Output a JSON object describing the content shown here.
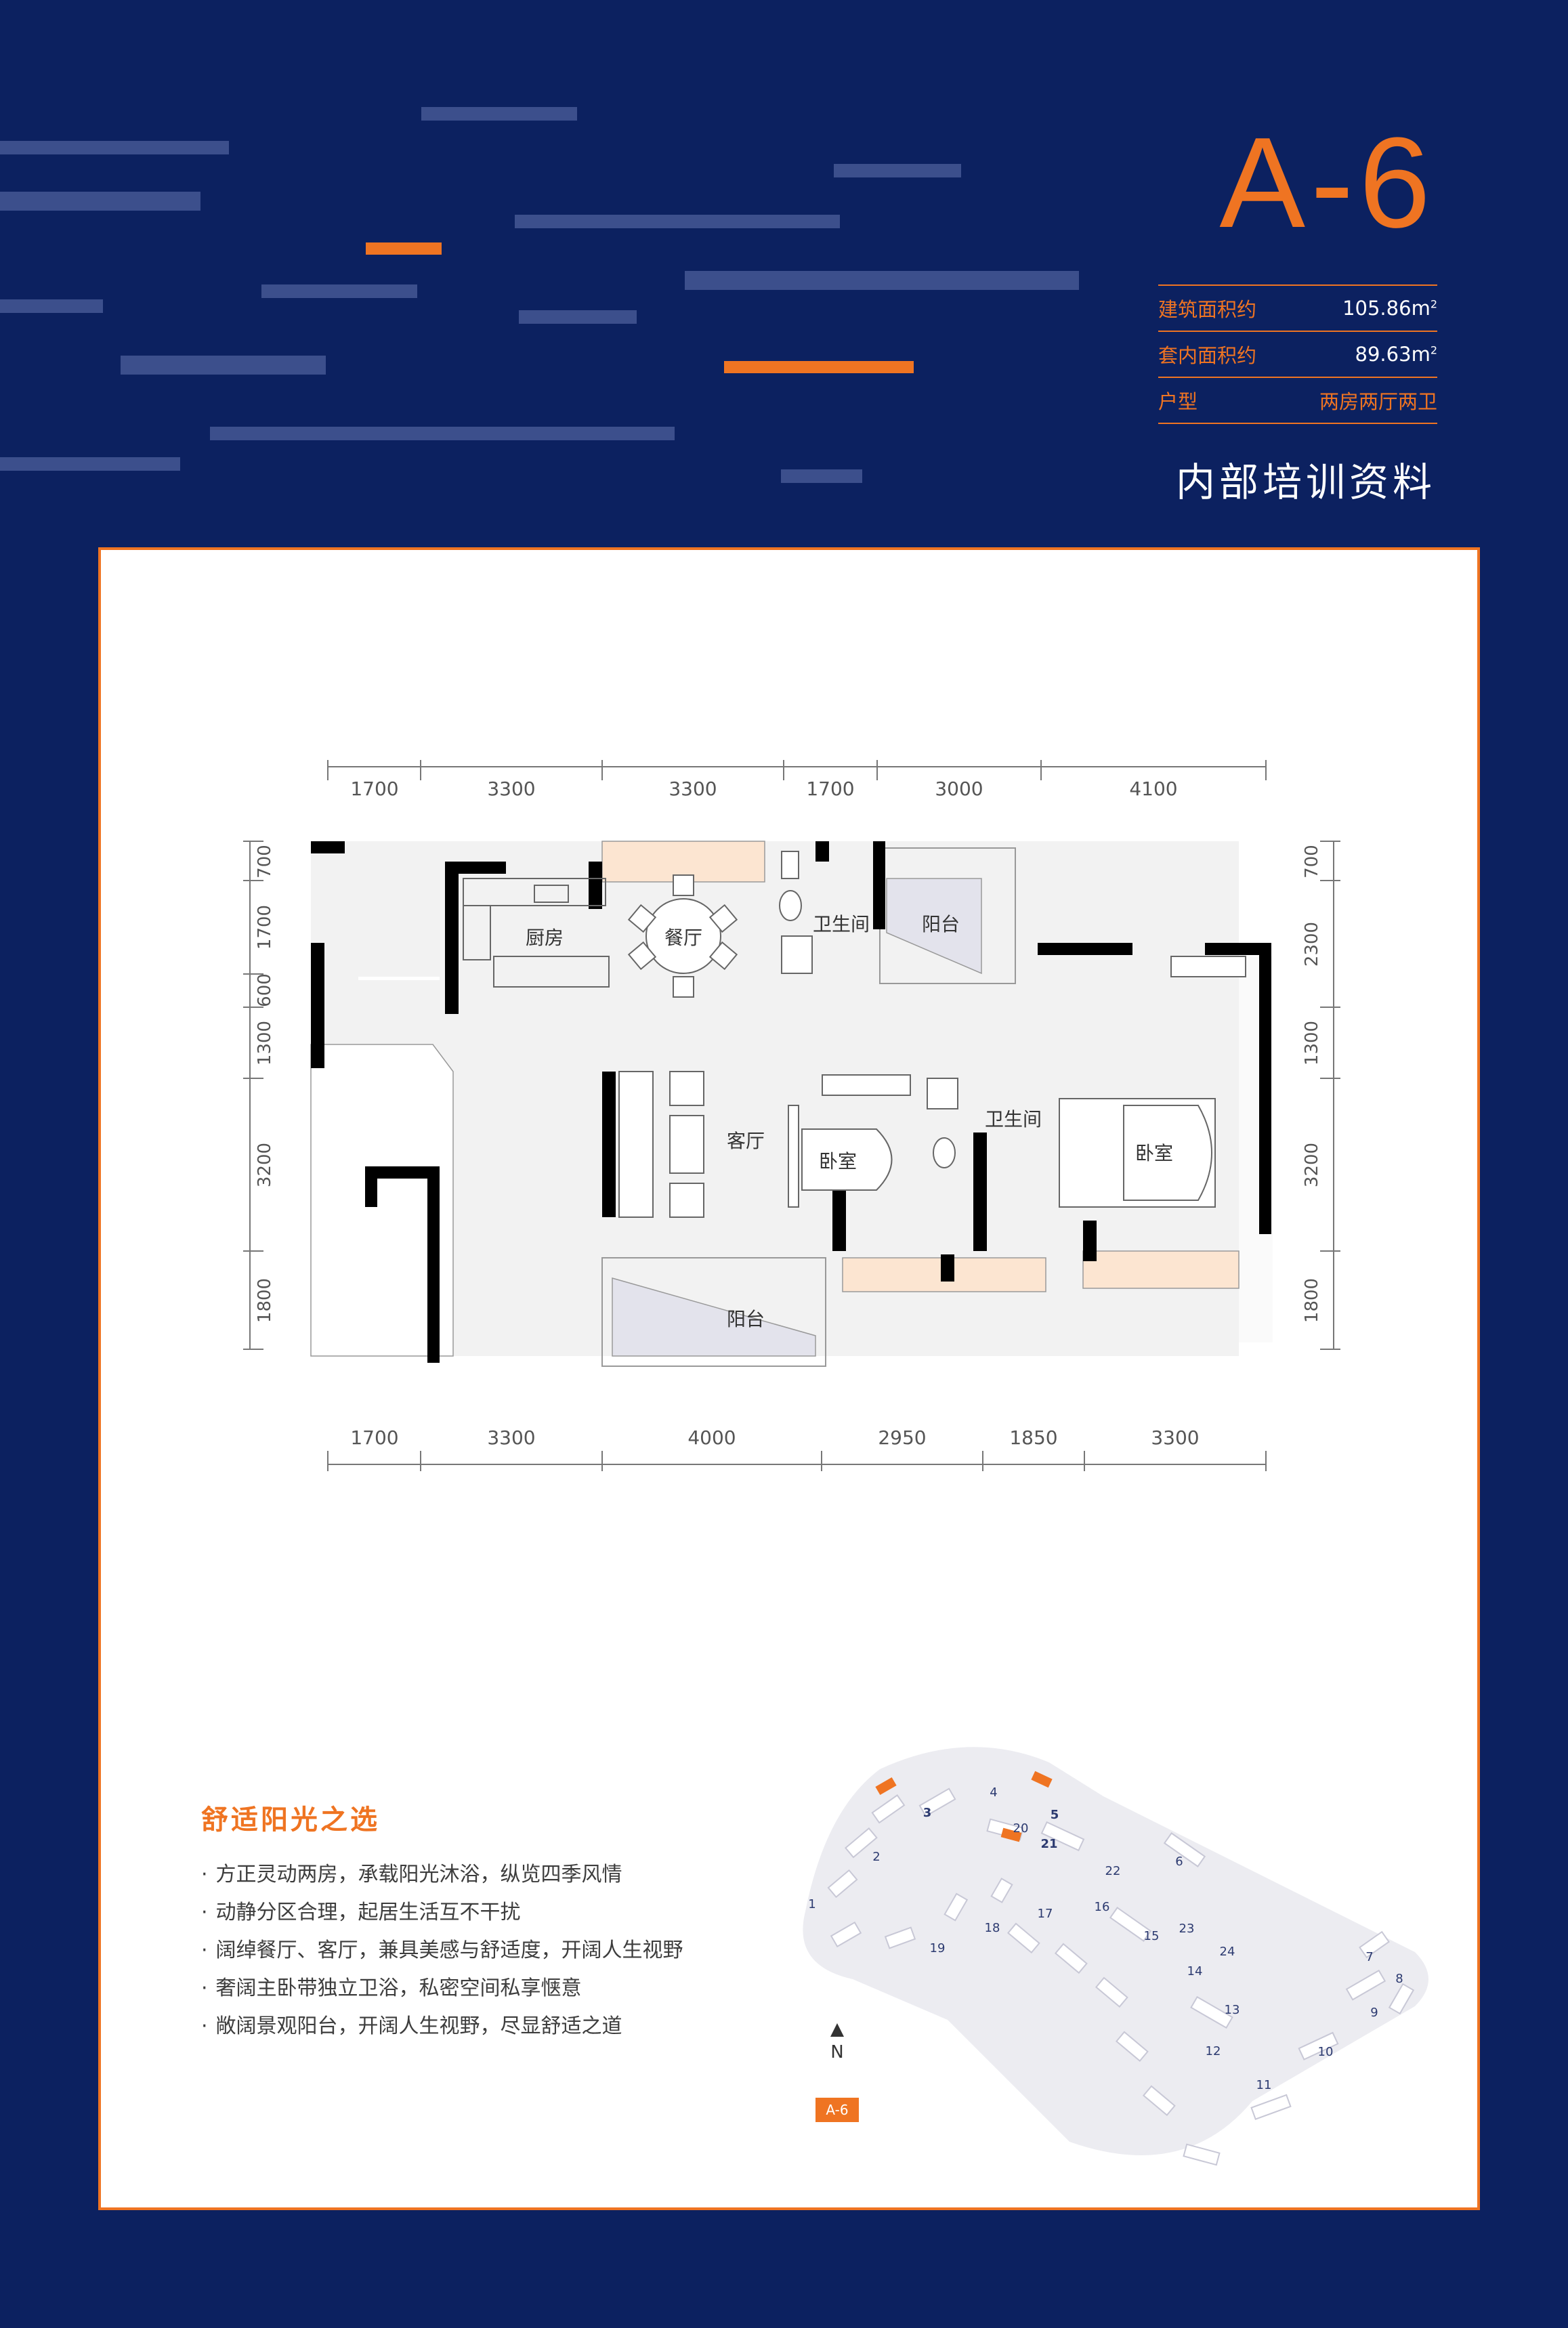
{
  "header": {
    "unit_code": "A-6",
    "specs": [
      {
        "label": "建筑面积约",
        "value": "105.86",
        "unit": "m",
        "sup": "2"
      },
      {
        "label": "套内面积约",
        "value": "89.63",
        "unit": "m",
        "sup": "2"
      },
      {
        "label": "户型",
        "value": "两房两厅两卫"
      }
    ],
    "note": "内部培训资料"
  },
  "colors": {
    "navy": "#0c2160",
    "orange": "#ef7422",
    "stripe": "#3c4f8c"
  },
  "floor_plan": {
    "top_dims": [
      "1700",
      "3300",
      "3300",
      "1700",
      "3000",
      "4100"
    ],
    "bottom_dims": [
      "1700",
      "3300",
      "4000",
      "2950",
      "1850",
      "3300"
    ],
    "left_dims": [
      "700",
      "1700",
      "600",
      "1300",
      "3200",
      "1800"
    ],
    "right_dims": [
      "700",
      "2300",
      "1300",
      "3200",
      "1800"
    ],
    "rooms": {
      "kitchen": "厨房",
      "dining": "餐厅",
      "bath1": "卫生间",
      "balcony1": "阳台",
      "living": "客厅",
      "bedroom1": "卧室",
      "bath2": "卫生间",
      "bedroom2": "卧室",
      "balcony2": "阳台"
    }
  },
  "features": {
    "title": "舒适阳光之选",
    "items": [
      "方正灵动两房，承载阳光沐浴，纵览四季风情",
      "动静分区合理，起居生活互不干扰",
      "阔绰餐厅、客厅，兼具美感与舒适度，开阔人生视野",
      "奢阔主卧带独立卫浴，私密空间私享惬意",
      "敞阔景观阳台，开阔人生视野，尽显舒适之道"
    ]
  },
  "site_map": {
    "north": "N",
    "unit_tag": "A-6",
    "buildings": [
      {
        "num": "1"
      },
      {
        "num": "2"
      },
      {
        "num": "3",
        "bold": true
      },
      {
        "num": "4"
      },
      {
        "num": "5",
        "bold": true
      },
      {
        "num": "6"
      },
      {
        "num": "7"
      },
      {
        "num": "8"
      },
      {
        "num": "9"
      },
      {
        "num": "10"
      },
      {
        "num": "11"
      },
      {
        "num": "12"
      },
      {
        "num": "13"
      },
      {
        "num": "14"
      },
      {
        "num": "15"
      },
      {
        "num": "16"
      },
      {
        "num": "17"
      },
      {
        "num": "18"
      },
      {
        "num": "19"
      },
      {
        "num": "20"
      },
      {
        "num": "21",
        "bold": true
      },
      {
        "num": "22"
      },
      {
        "num": "23"
      },
      {
        "num": "24"
      }
    ]
  }
}
